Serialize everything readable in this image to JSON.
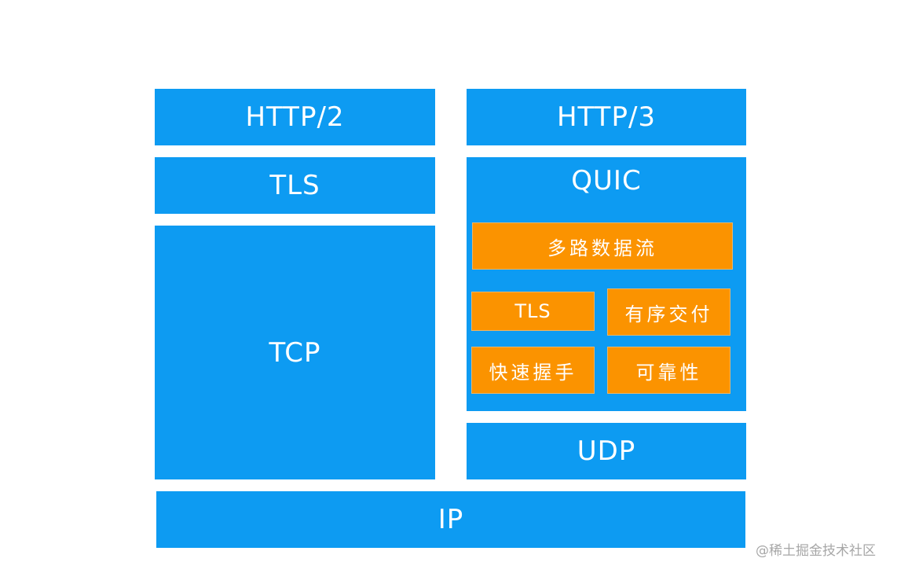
{
  "left_stack": {
    "http": "HTTP/2",
    "tls": "TLS",
    "tcp": "TCP"
  },
  "right_stack": {
    "http": "HTTP/3",
    "quic": {
      "title": "QUIC",
      "features": {
        "multiplexing": "多路数据流",
        "tls": "TLS",
        "ordered_delivery": "有序交付",
        "fast_handshake": "快速握手",
        "reliability": "可靠性"
      }
    },
    "udp": "UDP"
  },
  "shared": {
    "ip": "IP"
  },
  "watermark": "@稀土掘金技术社区",
  "colors": {
    "layer": "#0d9bf2",
    "feature": "#fb9300",
    "text": "#ffffff"
  }
}
